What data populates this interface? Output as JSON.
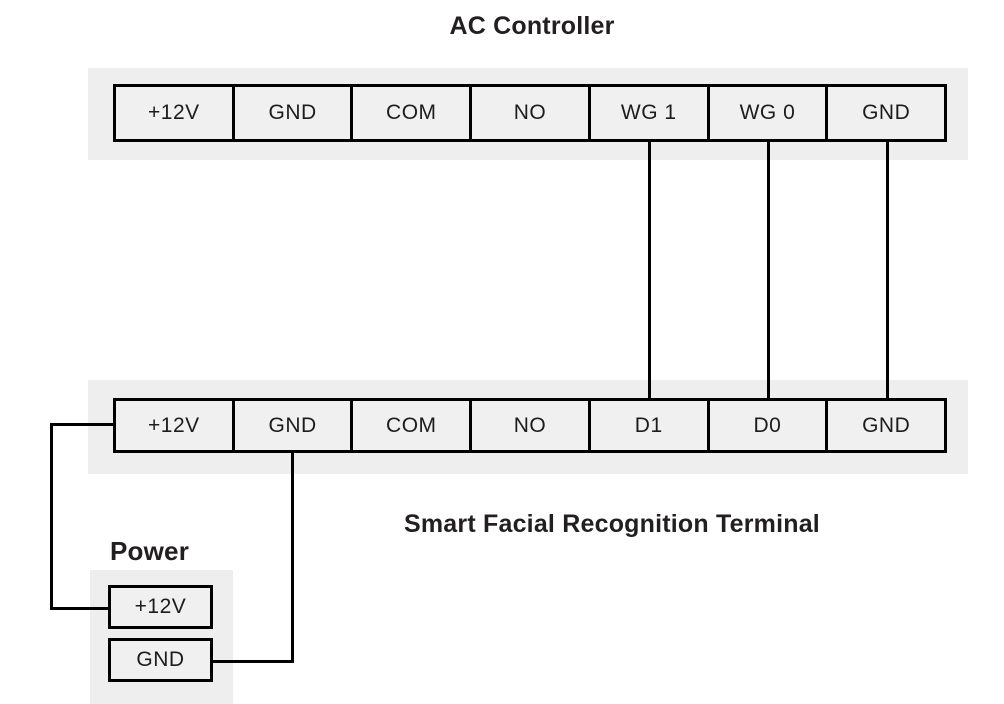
{
  "diagram": {
    "title_ac_controller": "AC Controller",
    "title_terminal": "Smart Facial Recognition Terminal",
    "title_power": "Power",
    "colors": {
      "background": "#ffffff",
      "strip_band": "#eeeeee",
      "cell_fill": "#f0f0f0",
      "outline": "#000000",
      "text": "#231f20"
    }
  },
  "ac_controller": {
    "label": "AC Controller",
    "terminals": [
      {
        "label": "+12V"
      },
      {
        "label": "GND"
      },
      {
        "label": "COM"
      },
      {
        "label": "NO"
      },
      {
        "label": "WG 1"
      },
      {
        "label": "WG 0"
      },
      {
        "label": "GND"
      }
    ]
  },
  "terminal_device": {
    "label": "Smart Facial Recognition Terminal",
    "terminals": [
      {
        "label": "+12V"
      },
      {
        "label": "GND"
      },
      {
        "label": "COM"
      },
      {
        "label": "NO"
      },
      {
        "label": "D1"
      },
      {
        "label": "D0"
      },
      {
        "label": "GND"
      }
    ]
  },
  "power_supply": {
    "label": "Power",
    "terminals": [
      {
        "label": "+12V"
      },
      {
        "label": "GND"
      }
    ]
  },
  "connections": [
    {
      "from": "ac_controller.WG 1",
      "to": "terminal_device.D1"
    },
    {
      "from": "ac_controller.WG 0",
      "to": "terminal_device.D0"
    },
    {
      "from": "ac_controller.GND",
      "to": "terminal_device.GND"
    },
    {
      "from": "power_supply.+12V",
      "to": "terminal_device.+12V"
    },
    {
      "from": "power_supply.GND",
      "to": "terminal_device.GND"
    }
  ]
}
